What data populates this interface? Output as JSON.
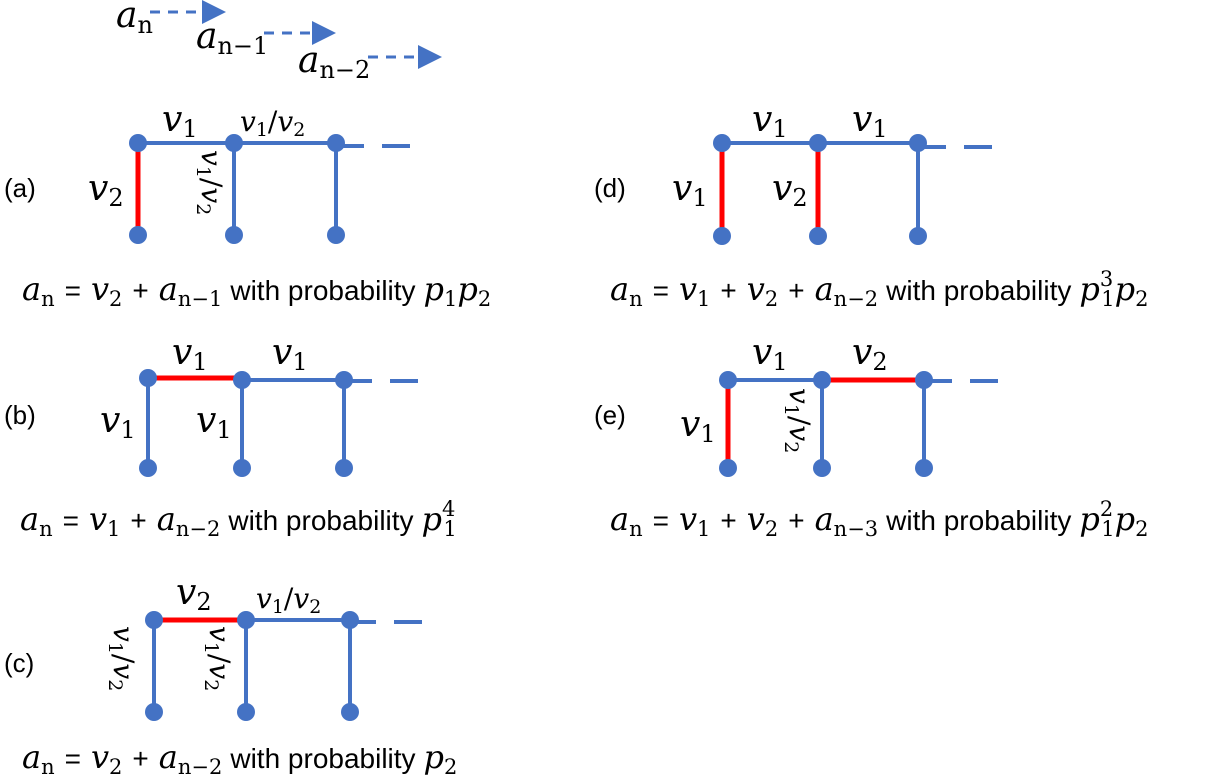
{
  "colors": {
    "wire": "#4472C4",
    "highlight": "#FF0000",
    "node": "#4472C4",
    "text": "#000000"
  },
  "legend": [
    {
      "sym": "a",
      "sub": "n"
    },
    {
      "sym": "a",
      "sub": "n−1"
    },
    {
      "sym": "a",
      "sub": "n−2"
    }
  ],
  "panels": [
    {
      "id": "a",
      "label": "(a)",
      "top_left": {
        "sym": "v",
        "sub": "1"
      },
      "top_right": {
        "sym": "v",
        "sub": "1",
        "sym2": "v",
        "sub2": "2",
        "sep": "/"
      },
      "leg_left": {
        "sym": "v",
        "sub": "2"
      },
      "leg_mid": {
        "sym": "v",
        "sub": "1",
        "sym2": "v",
        "sub2": "2",
        "sep": "/"
      },
      "caption": {
        "a": "a",
        "n": "n",
        "eq": "=",
        "term1": "v",
        "term1_sub": "2",
        "plus": "+",
        "term2": "a",
        "term2_sub": "n−1",
        "with": "with probability",
        "prob": "p",
        "prob_sub": "1",
        "prob_sup": "",
        "prob2": "p",
        "prob2_sub": "2"
      }
    },
    {
      "id": "b",
      "label": "(b)",
      "top_left": {
        "sym": "v",
        "sub": "1"
      },
      "top_right": {
        "sym": "v",
        "sub": "1"
      },
      "leg_left": {
        "sym": "v",
        "sub": "1"
      },
      "leg_mid": {
        "sym": "v",
        "sub": "1"
      },
      "caption": {
        "a": "a",
        "n": "n",
        "eq": "=",
        "term1": "v",
        "term1_sub": "1",
        "plus": "+",
        "term2": "a",
        "term2_sub": "n−2",
        "with": "with probability",
        "prob": "p",
        "prob_sub": "1",
        "prob_sup": "4",
        "prob2": "",
        "prob2_sub": ""
      }
    },
    {
      "id": "c",
      "label": "(c)",
      "top_left": {
        "sym": "v",
        "sub": "2"
      },
      "top_right": {
        "sym": "v",
        "sub": "1",
        "sym2": "v",
        "sub2": "2",
        "sep": "/"
      },
      "leg_left": {
        "sym": "v",
        "sub": "1",
        "sym2": "v",
        "sub2": "2",
        "sep": "/"
      },
      "leg_mid": {
        "sym": "v",
        "sub": "1",
        "sym2": "v",
        "sub2": "2",
        "sep": "/"
      },
      "caption": {
        "a": "a",
        "n": "n",
        "eq": "=",
        "term1": "v",
        "term1_sub": "2",
        "plus": "+",
        "term2": "a",
        "term2_sub": "n−2",
        "with": "with probability",
        "prob": "p",
        "prob_sub": "2",
        "prob_sup": "",
        "prob2": "",
        "prob2_sub": ""
      }
    },
    {
      "id": "d",
      "label": "(d)",
      "top_left": {
        "sym": "v",
        "sub": "1"
      },
      "top_right": {
        "sym": "v",
        "sub": "1"
      },
      "leg_left": {
        "sym": "v",
        "sub": "1"
      },
      "leg_mid": {
        "sym": "v",
        "sub": "2"
      },
      "caption": {
        "a": "a",
        "n": "n",
        "eq": "=",
        "term1": "v",
        "term1_sub": "1",
        "plus": "+",
        "term1b": "v",
        "term1b_sub": "2",
        "plus2": "+",
        "term2": "a",
        "term2_sub": "n−2",
        "with": "with probability",
        "prob": "p",
        "prob_sub": "1",
        "prob_sup": "3",
        "prob2": "p",
        "prob2_sub": "2"
      }
    },
    {
      "id": "e",
      "label": "(e)",
      "top_left": {
        "sym": "v",
        "sub": "1"
      },
      "top_right": {
        "sym": "v",
        "sub": "2"
      },
      "leg_left": {
        "sym": "v",
        "sub": "1"
      },
      "leg_mid": {
        "sym": "v",
        "sub": "1",
        "sym2": "v",
        "sub2": "2",
        "sep": "/"
      },
      "caption": {
        "a": "a",
        "n": "n",
        "eq": "=",
        "term1": "v",
        "term1_sub": "1",
        "plus": "+",
        "term1b": "v",
        "term1b_sub": "2",
        "plus2": "+",
        "term2": "a",
        "term2_sub": "n−3",
        "with": "with probability",
        "prob": "p",
        "prob_sub": "1",
        "prob_sup": "2",
        "prob2": "p",
        "prob2_sub": "2"
      }
    }
  ]
}
